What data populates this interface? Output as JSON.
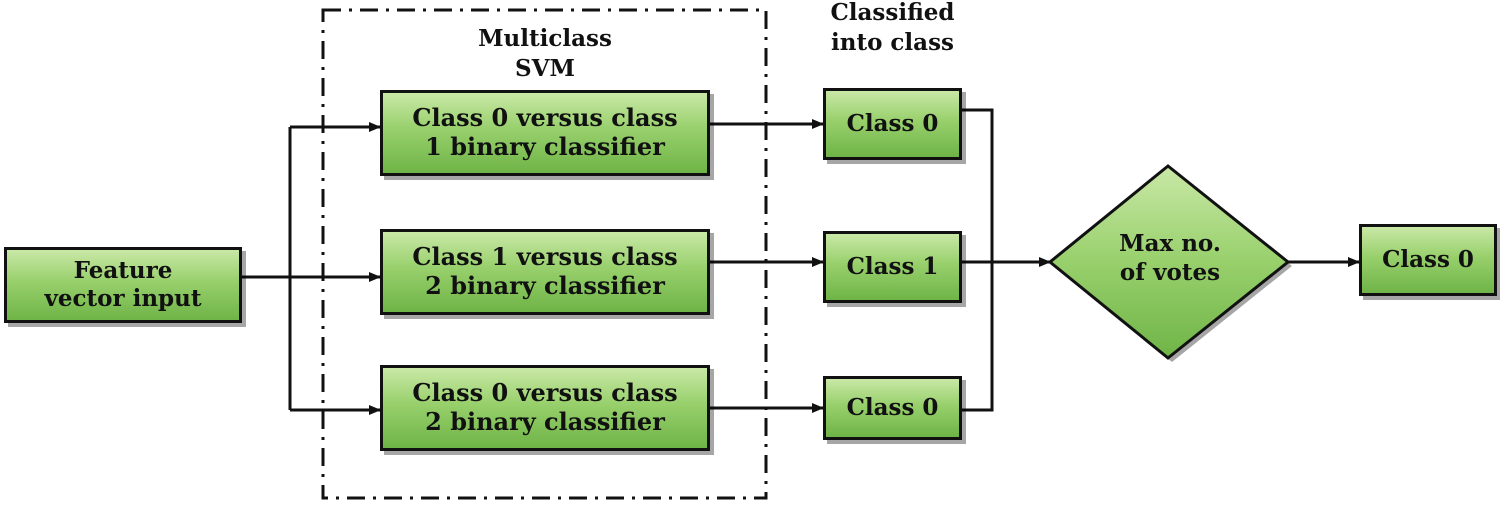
{
  "group": {
    "title_line1": "Multiclass",
    "title_line2": "SVM"
  },
  "column_heading": {
    "line1": "Classified",
    "line2": "into class"
  },
  "input": {
    "line1": "Feature",
    "line2": "vector input"
  },
  "classifiers": [
    {
      "line1": "Class 0 versus class",
      "line2": "1 binary classifier"
    },
    {
      "line1": "Class 1 versus class",
      "line2": "2 binary classifier"
    },
    {
      "line1": "Class 0 versus class",
      "line2": "2 binary classifier"
    }
  ],
  "results": [
    {
      "label": "Class 0"
    },
    {
      "label": "Class 1"
    },
    {
      "label": "Class 0"
    }
  ],
  "decision": {
    "line1": "Max no.",
    "line2": "of votes"
  },
  "output": {
    "label": "Class 0"
  },
  "colors": {
    "box_fill_light": "#c9e8a6",
    "box_fill_dark": "#6fb447",
    "stroke": "#111111"
  }
}
